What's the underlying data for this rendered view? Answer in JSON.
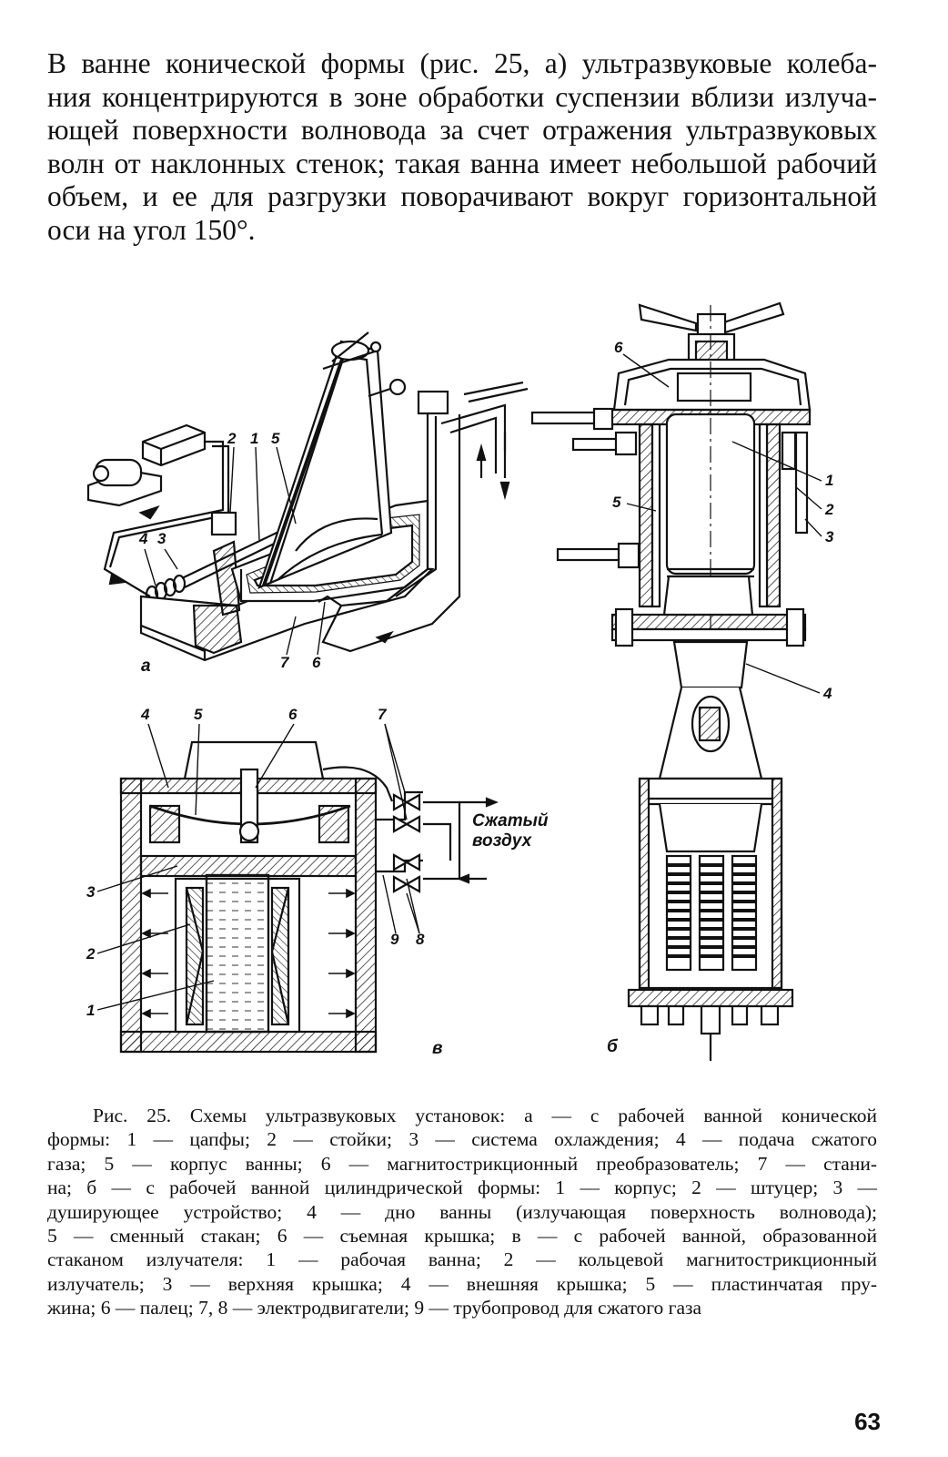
{
  "body_text": [
    "В ванне конической формы (рис. 25, а) ультразвуковые колеба-",
    "ния концентрируются в зоне обработки суспензии вблизи излуча-",
    "ющей поверхности волновода за счет отражения ультразвуковых",
    "волн от наклонных стенок; такая ванна имеет небольшой рабочий",
    "объем, и ее для разгрузки поворачивают вокруг горизонтальной",
    "оси на угол 150°."
  ],
  "figure": {
    "panel_a": {
      "letter": "а",
      "labels": [
        "2",
        "1",
        "5",
        "4",
        "3",
        "7",
        "6"
      ]
    },
    "panel_b": {
      "letter": "б",
      "labels": [
        "6",
        "1",
        "2",
        "3",
        "5",
        "4"
      ]
    },
    "panel_v": {
      "letter": "в",
      "labels": [
        "4",
        "5",
        "6",
        "7",
        "3",
        "9",
        "8",
        "2",
        "1"
      ],
      "air_label": [
        "Сжатый",
        "воздух"
      ]
    }
  },
  "caption": [
    "Рис. 25. Схемы ультразвуковых установок: а — с рабочей ванной конической",
    "формы: 1 — цапфы; 2 — стойки; 3 — система охлаждения; 4 — подача сжатого",
    "газа; 5 — корпус ванны; 6 — магнитострикционный преобразователь; 7 — стани-",
    "на; б — с рабочей ванной цилиндрической формы: 1 — корпус; 2 — штуцер; 3 —",
    "душирующее устройство; 4 — дно ванны (излучающая поверхность волновода);",
    "5 — сменный стакан; 6 — съемная крышка; в — с рабочей ванной, образованной",
    "стаканом излучателя: 1 — рабочая ванна; 2 — кольцевой магнитострикционный",
    "излучатель; 3 — верхняя крышка; 4 — внешняя крышка; 5 — пластинчатая пру-",
    "жина; 6 — палец; 7, 8 — электродвигатели; 9 — трубопровод для сжатого газа"
  ],
  "page_number": "63"
}
